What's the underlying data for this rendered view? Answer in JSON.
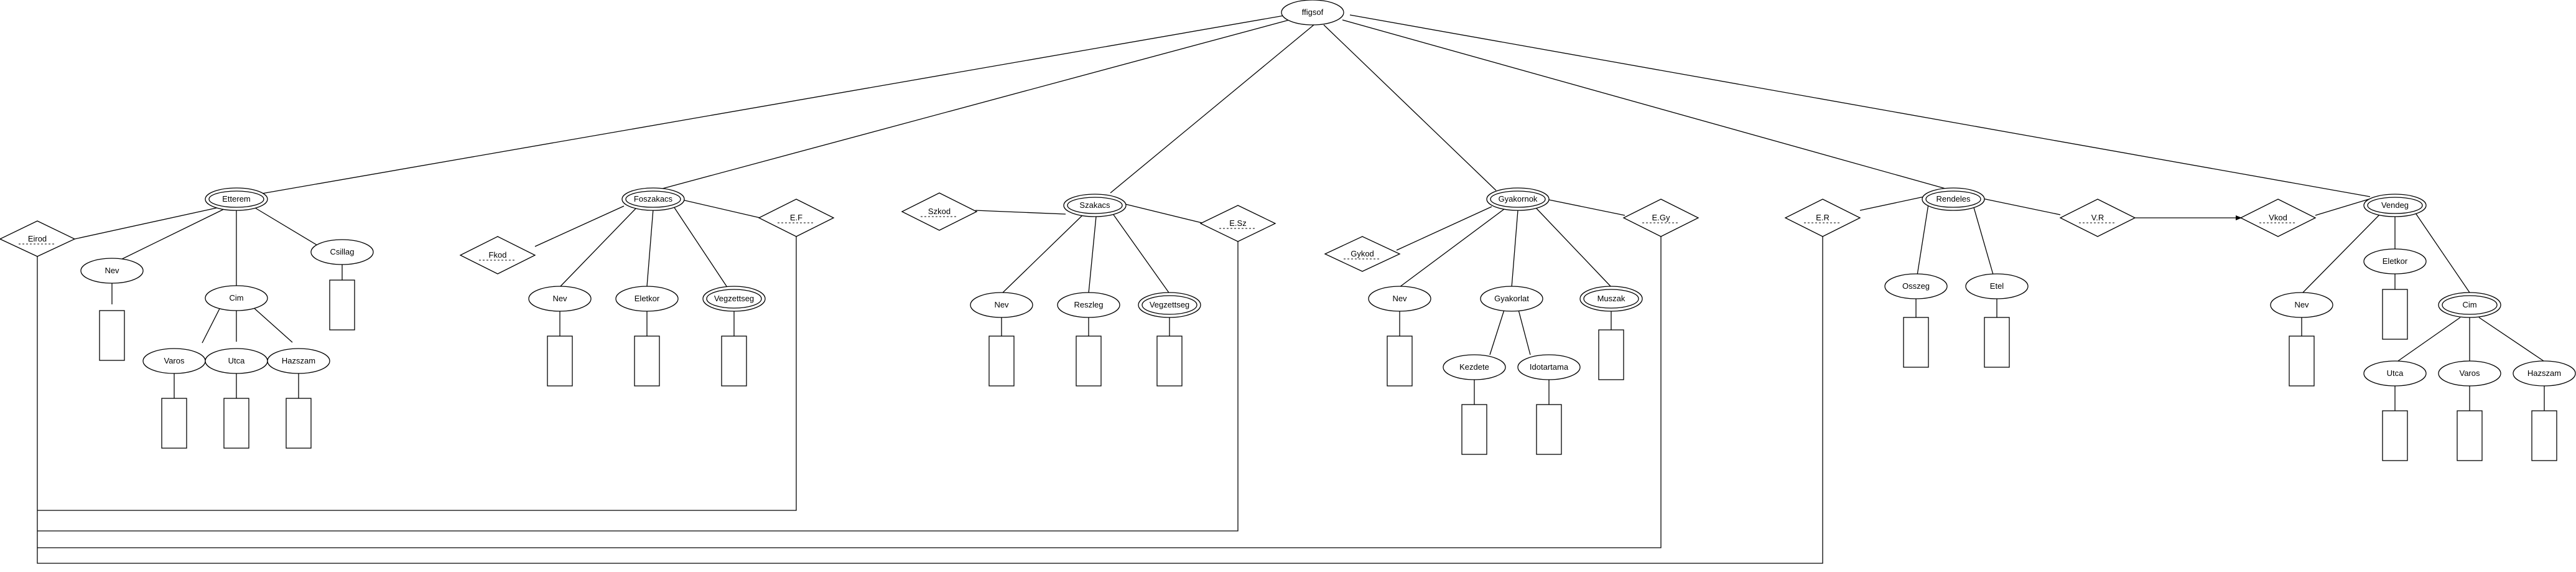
{
  "root": "ffigsof",
  "relationships": {
    "etterem": "Etterem",
    "foszakacs": "Foszakacs",
    "szakacs": "Szakacs",
    "gyakornok": "Gyakornok",
    "rendeles": "Rendeles",
    "vendeg": "Vendeg"
  },
  "labels": {
    "nev": "Nev",
    "cim": "Cim",
    "varos": "Varos",
    "utca": "Utca",
    "hazszam": "Hazszam",
    "csillag": "Csillag",
    "eletkor": "Eletkor",
    "vegzettseg": "Vegzettseg",
    "reszleg": "Reszleg",
    "gyakorlat": "Gyakorlat",
    "muszak": "Muszak",
    "kezdete": "Kezdete",
    "idotartama": "Idotartama",
    "osszeg": "Osszeg",
    "etel": "Etel"
  },
  "diamonds": {
    "eirod": "Eirod",
    "fkod": "Fkod",
    "ef": "E.F",
    "szkod": "Szkod",
    "esz": "E.Sz",
    "gykod": "Gykod",
    "egy": "E.Gy",
    "er": "E.R",
    "vr": "V.R",
    "vkod": "Vkod"
  }
}
